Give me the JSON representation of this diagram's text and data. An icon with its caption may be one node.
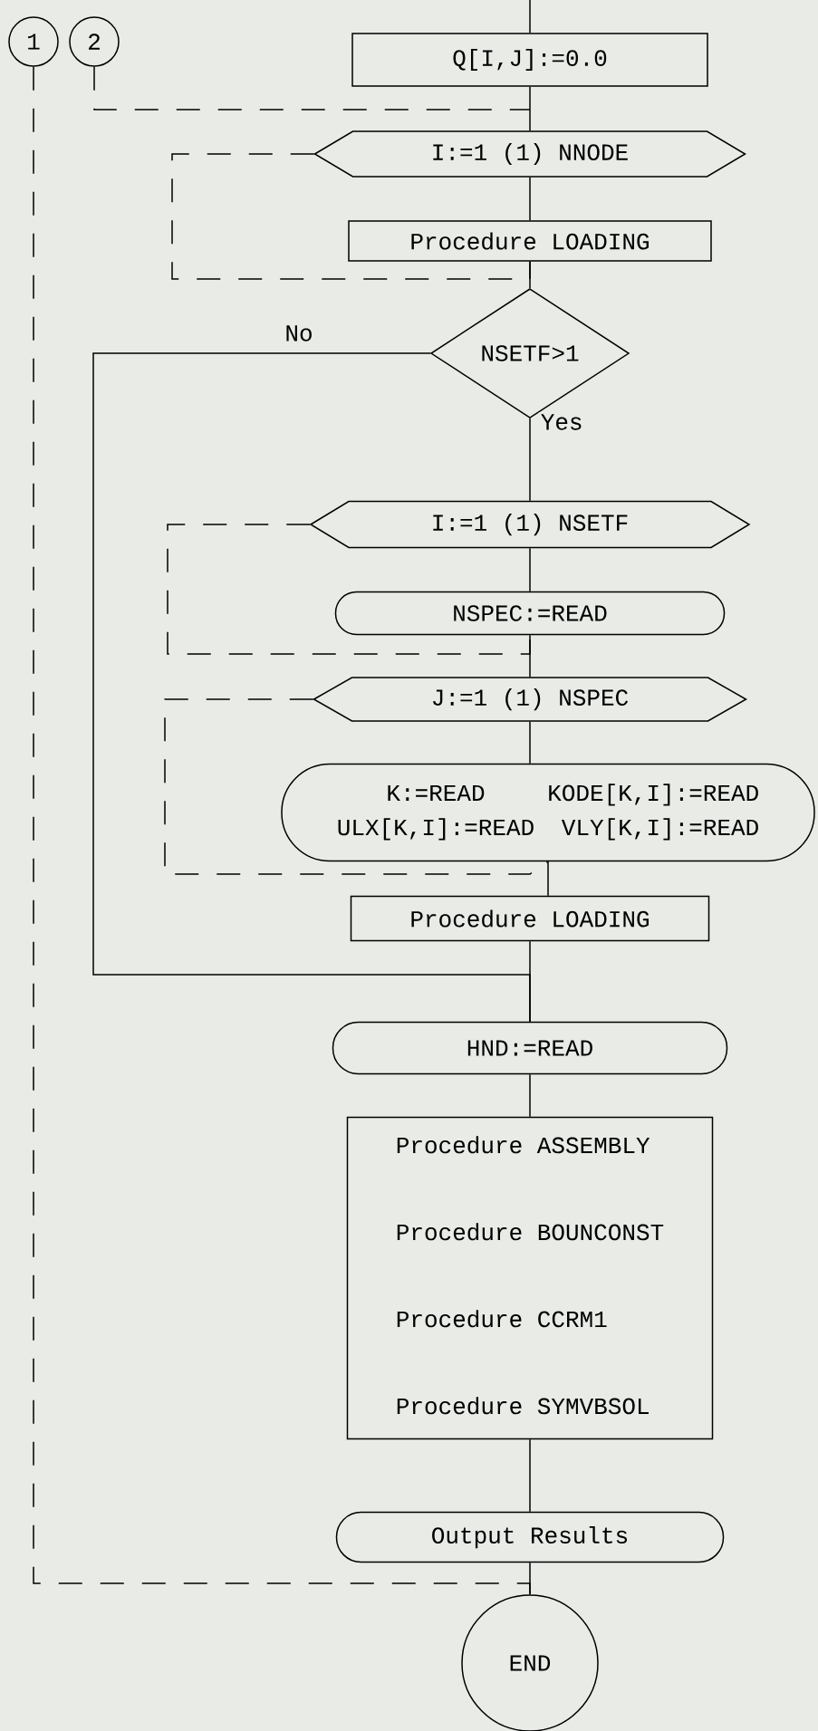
{
  "diagram": {
    "nodes": [
      {
        "text": [
          "1"
        ]
      },
      {
        "text": [
          "2"
        ]
      },
      {
        "text": [
          "Q[I,J]:=0.0"
        ]
      },
      {
        "text": [
          "I:=1 (1) NNODE"
        ]
      },
      {
        "text": [
          "Procedure LOADING"
        ]
      },
      {
        "text": [
          "NSETF>1"
        ]
      },
      {
        "text": [
          "I:=1 (1) NSETF"
        ]
      },
      {
        "text": [
          "NSPEC:=READ"
        ]
      },
      {
        "text": [
          "J:=1 (1) NSPEC"
        ]
      },
      {
        "text": [
          "K:=READ",
          "KODE[K,I]:=READ",
          "ULX[K,I]:=READ",
          "VLY[K,I]:=READ"
        ]
      },
      {
        "text": [
          "Procedure LOADING"
        ]
      },
      {
        "text": [
          "HND:=READ"
        ]
      },
      {
        "text": [
          "Procedure ASSEMBLY",
          "Procedure BOUNCONST",
          "Procedure CCRM1",
          "Procedure SYMVBSOL"
        ]
      },
      {
        "text": [
          "Output Results"
        ]
      },
      {
        "text": [
          "END"
        ]
      }
    ],
    "edges": [
      {
        "from": null,
        "to": 2,
        "arrow": "none"
      },
      {
        "from": 2,
        "to": 3,
        "arrow": "none"
      },
      {
        "from": 3,
        "to": 4,
        "arrow": "none"
      },
      {
        "from": 4,
        "to": 5,
        "arrow": "none"
      },
      {
        "from": 5,
        "to": 6,
        "arrow": "none",
        "label": "Yes"
      },
      {
        "from": 6,
        "to": 7,
        "arrow": "none"
      },
      {
        "from": 7,
        "to": 8,
        "arrow": "none"
      },
      {
        "from": 8,
        "to": 9,
        "arrow": "none"
      },
      {
        "from": 9,
        "to": 10,
        "arrow": "none"
      },
      {
        "from": 10,
        "to": 11,
        "arrow": "none"
      },
      {
        "from": 5,
        "to": 11,
        "arrow": "none",
        "label": "No"
      },
      {
        "from": 11,
        "to": 12,
        "arrow": "none"
      },
      {
        "from": 12,
        "to": 13,
        "arrow": "none"
      },
      {
        "from": 13,
        "to": 14,
        "arrow": "none"
      },
      {
        "from": 0,
        "to": 14,
        "arrow": "none",
        "style": "dashed"
      },
      {
        "from": 1,
        "to": null,
        "arrow": "none",
        "style": "dashed"
      },
      {
        "from": 3,
        "to": 4,
        "arrow": "none",
        "style": "dashed"
      },
      {
        "from": 6,
        "to": 7,
        "arrow": "none",
        "style": "dashed"
      },
      {
        "from": 8,
        "to": 9,
        "arrow": "none",
        "style": "dashed"
      }
    ]
  }
}
